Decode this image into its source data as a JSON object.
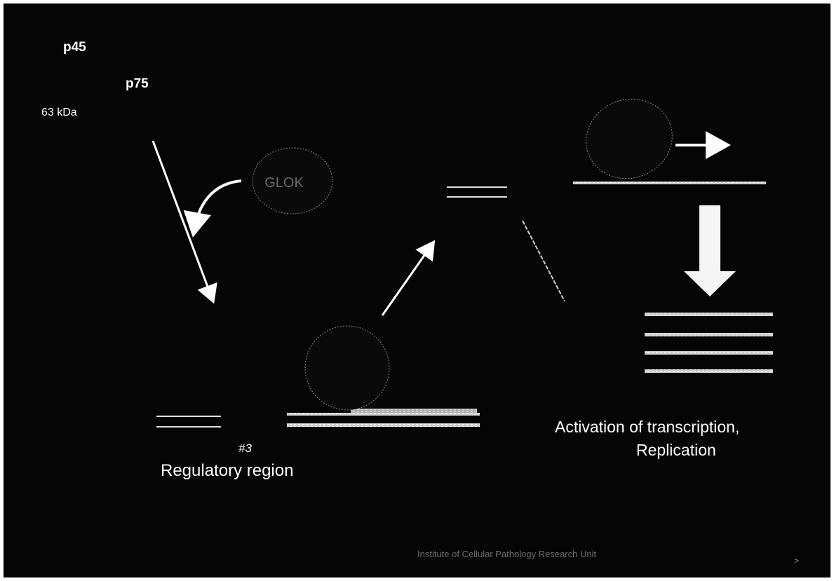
{
  "labels": {
    "p45": "p45",
    "p75": "p75",
    "kda": "63 kDa",
    "protein_center": "",
    "site_number": "#3",
    "regulatory_region": "Regulatory region",
    "activation_line1": "Activation of transcription,",
    "activation_line2": "Replication",
    "footer": "Institute of Cellular Pathology Research Unit",
    "page_marker": ">"
  },
  "colors": {
    "background": "#050505",
    "foreground": "#ffffff",
    "dna_stripe": "#d9d9d9"
  }
}
